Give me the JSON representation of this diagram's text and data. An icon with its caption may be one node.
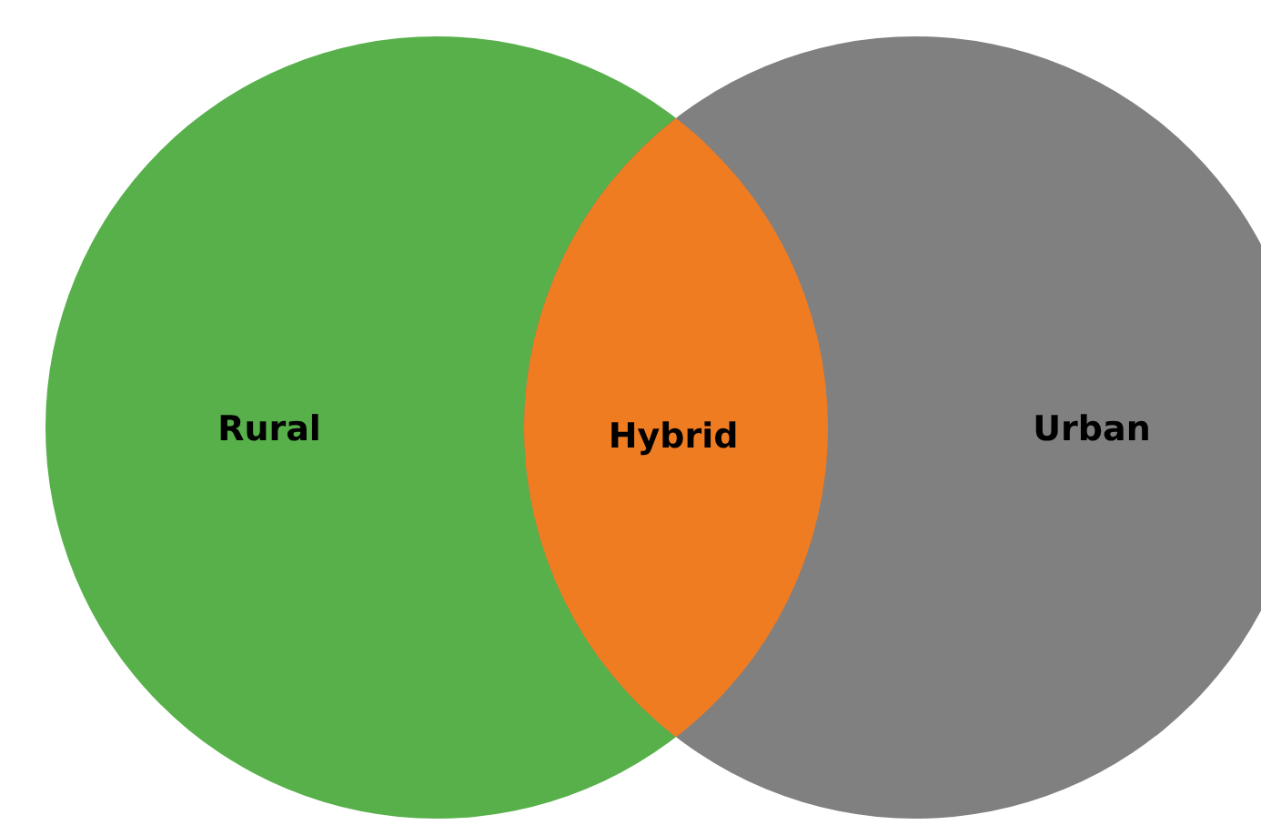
{
  "diagram": {
    "nodes": [
      {
        "text": [
          "Rural"
        ]
      },
      {
        "text": [
          "Urban"
        ]
      },
      {
        "text": [
          "Hybrid"
        ]
      }
    ],
    "edges": []
  }
}
